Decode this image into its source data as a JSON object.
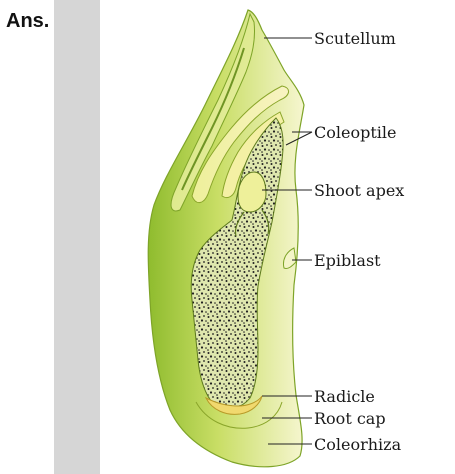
{
  "answer_label": "Ans.",
  "colors": {
    "outer_tissue_dark": "#9cc43a",
    "outer_tissue_light": "#f3f4c4",
    "scutellum": "#d5e27a",
    "coleoptile": "#eef09a",
    "embryo_axis": "#dde6a8",
    "root_cap": "#f1d96e",
    "cell_dots": "#1f1f1f",
    "side_panel": "#d6d6d6"
  },
  "diagram": {
    "labels": {
      "scutellum": "Scutellum",
      "coleoptile": "Coleoptile",
      "shoot_apex": "Shoot apex",
      "epiblast": "Epiblast",
      "radicle": "Radicle",
      "root_cap": "Root cap",
      "coleorhiza": "Coleorhiza"
    }
  }
}
